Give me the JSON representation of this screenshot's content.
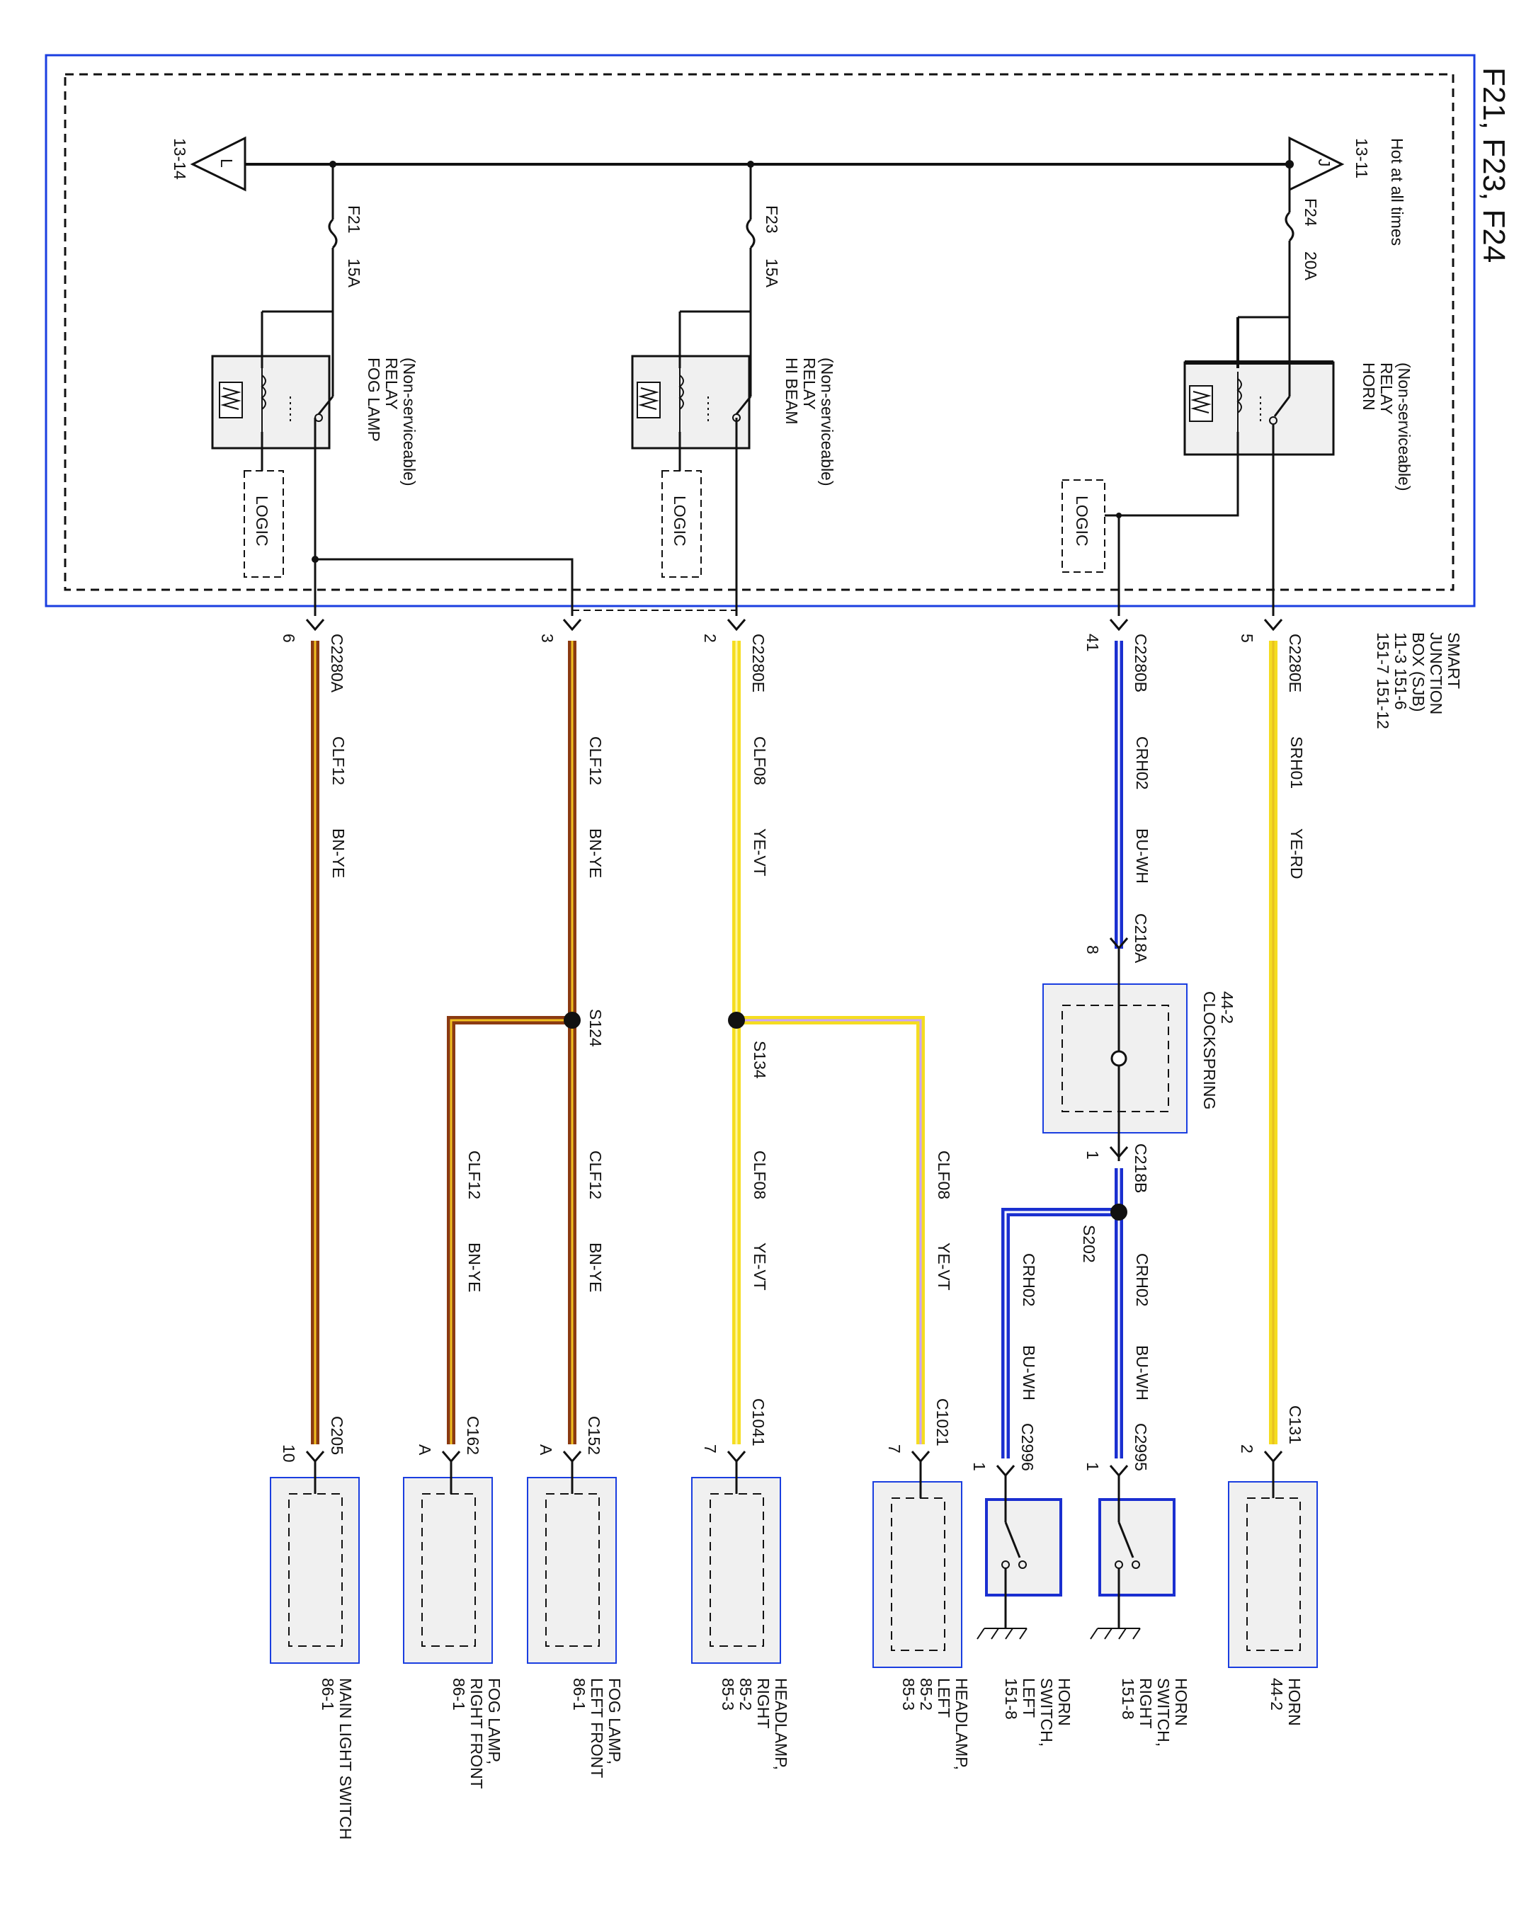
{
  "title": "F21, F23, F24",
  "module": {
    "name_lines": [
      "SMART",
      "JUNCTION",
      "BOX (SJB)"
    ],
    "refs_lines": [
      "11-3    151-6",
      "151-7   151-12"
    ]
  },
  "bus": {
    "hot_label": "Hot at all times",
    "left_ref": "13-14",
    "left_letter": "L",
    "right_ref": "13-11",
    "right_letter": "J"
  },
  "fuses": [
    {
      "id": "F21",
      "rating": "15A"
    },
    {
      "id": "F23",
      "rating": "15A"
    },
    {
      "id": "F24",
      "rating": "20A"
    }
  ],
  "relays": [
    {
      "lines": [
        "FOG LAMP",
        "RELAY",
        "(Non-serviceable)"
      ]
    },
    {
      "lines": [
        "HI BEAM",
        "RELAY",
        "(Non-serviceable)"
      ]
    },
    {
      "lines": [
        "HORN",
        "RELAY",
        "(Non-serviceable)"
      ]
    }
  ],
  "logic_label": "LOGIC",
  "sjb_connectors": [
    {
      "id": "C2280A",
      "pin": "6"
    },
    {
      "id": "",
      "pin": "3"
    },
    {
      "id": "C2280E",
      "pin": "2"
    },
    {
      "id": "C2280B",
      "pin": "41"
    },
    {
      "id": "C2280E",
      "pin": "5"
    }
  ],
  "circuits": {
    "clf12": "CLF12",
    "clf08": "CLF08",
    "crh02": "CRH02",
    "srh01": "SRH01",
    "bn_ye": "BN-YE",
    "ye_vt": "YE-VT",
    "bu_wh": "BU-WH",
    "ye_rd": "YE-RD"
  },
  "splices": {
    "s124": "S124",
    "s134": "S134",
    "s202": "S202"
  },
  "clockspring": {
    "name": "CLOCKSPRING",
    "ref": "44-2",
    "top_conn": "C218A",
    "top_pin": "8",
    "bot_conn": "C218B",
    "bot_pin": "1"
  },
  "components": [
    {
      "conn": "C205",
      "pin": "10",
      "lines": [
        "MAIN LIGHT SWITCH",
        "86-1"
      ]
    },
    {
      "conn": "C162",
      "pin": "A",
      "lines": [
        "FOG LAMP,",
        "RIGHT FRONT",
        "86-1"
      ]
    },
    {
      "conn": "C152",
      "pin": "A",
      "lines": [
        "FOG LAMP,",
        "LEFT FRONT",
        "86-1"
      ]
    },
    {
      "conn": "C1041",
      "pin": "7",
      "lines": [
        "HEADLAMP,",
        "RIGHT",
        "85-2",
        "85-3"
      ]
    },
    {
      "conn": "C1021",
      "pin": "7",
      "lines": [
        "HEADLAMP,",
        "LEFT",
        "85-2",
        "85-3"
      ]
    },
    {
      "conn": "C2996",
      "pin": "1",
      "lines": [
        "HORN",
        "SWITCH,",
        "LEFT",
        "151-8"
      ]
    },
    {
      "conn": "C2995",
      "pin": "1",
      "lines": [
        "HORN",
        "SWITCH,",
        "RIGHT",
        "151-8"
      ]
    },
    {
      "conn": "C131",
      "pin": "2",
      "lines": [
        "HORN",
        "44-2"
      ]
    }
  ],
  "colors": {
    "frame": "#1a3ee0",
    "brown": "#8b3a12",
    "brown_stripe": "#f0c020",
    "yellow": "#f5dd20",
    "violet_stripe": "#c9a4ff",
    "blue": "#1a2fd0",
    "white_stripe": "#ffffff",
    "red_stripe": "#e03020",
    "box_fill": "#f0f0f0"
  }
}
